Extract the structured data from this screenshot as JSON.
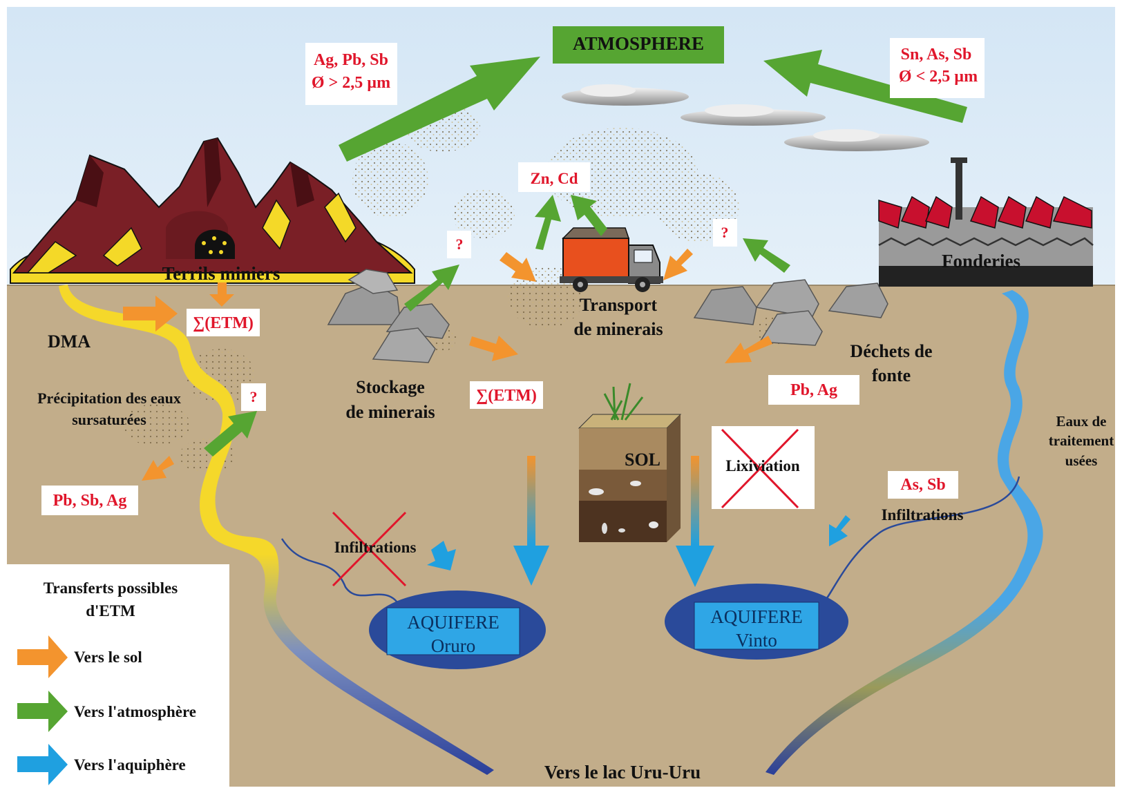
{
  "colors": {
    "sky": "#dcebf7",
    "ground": "#c2ad8a",
    "to_soil": "#f3942e",
    "to_atmosphere": "#56a532",
    "to_aquifer": "#1fa0e0",
    "label_red": "#e0162b",
    "aquifer_fill": "#2a4a9a",
    "aquifer_box": "#2fa6e6"
  },
  "atmosphere": {
    "label": "ATMOSPHERE"
  },
  "tags": {
    "coarse_elements": "Ag, Pb, Sb",
    "coarse_size": "Ø > 2,5 µm",
    "fine_elements": "Sn, As, Sb",
    "fine_size": "Ø < 2,5 µm",
    "zn_cd": "Zn, Cd",
    "unknown_storage": "?",
    "unknown_waste": "?",
    "unknown_dma": "?",
    "etm_sum_terrils": "∑(ETM)",
    "etm_sum_storage": "∑(ETM)",
    "pb_ag": "Pb, Ag",
    "pb_sb_ag": "Pb, Sb, Ag",
    "as_sb": "As, Sb"
  },
  "labels": {
    "terrils": "Terrils miniers",
    "fonderies": "Fonderies",
    "dma": "DMA",
    "precipitation_1": "Précipitation des eaux",
    "precipitation_2": "sursaturées",
    "transport_1": "Transport",
    "transport_2": "de minerais",
    "stockage_1": "Stockage",
    "stockage_2": "de minerais",
    "dechets_1": "Déchets de",
    "dechets_2": "fonte",
    "sol": "SOL",
    "lixiviation": "Lixiviation",
    "infiltrations_left": "Infiltrations",
    "infiltrations_right": "Infiltrations",
    "eaux_1": "Eaux de",
    "eaux_2": "traitement",
    "eaux_3": "usées",
    "lac": "Vers le lac Uru-Uru"
  },
  "aquifers": [
    {
      "title": "AQUIFERE",
      "name": "Oruro"
    },
    {
      "title": "AQUIFERE",
      "name": "Vinto"
    }
  ],
  "legend": {
    "title_1": "Transferts possibles",
    "title_2": "d'ETM",
    "items": [
      {
        "label": "Vers le sol",
        "color": "#f3942e"
      },
      {
        "label": "Vers l'atmosphère",
        "color": "#56a532"
      },
      {
        "label": "Vers l'aquiphère",
        "color": "#1fa0e0"
      }
    ]
  }
}
